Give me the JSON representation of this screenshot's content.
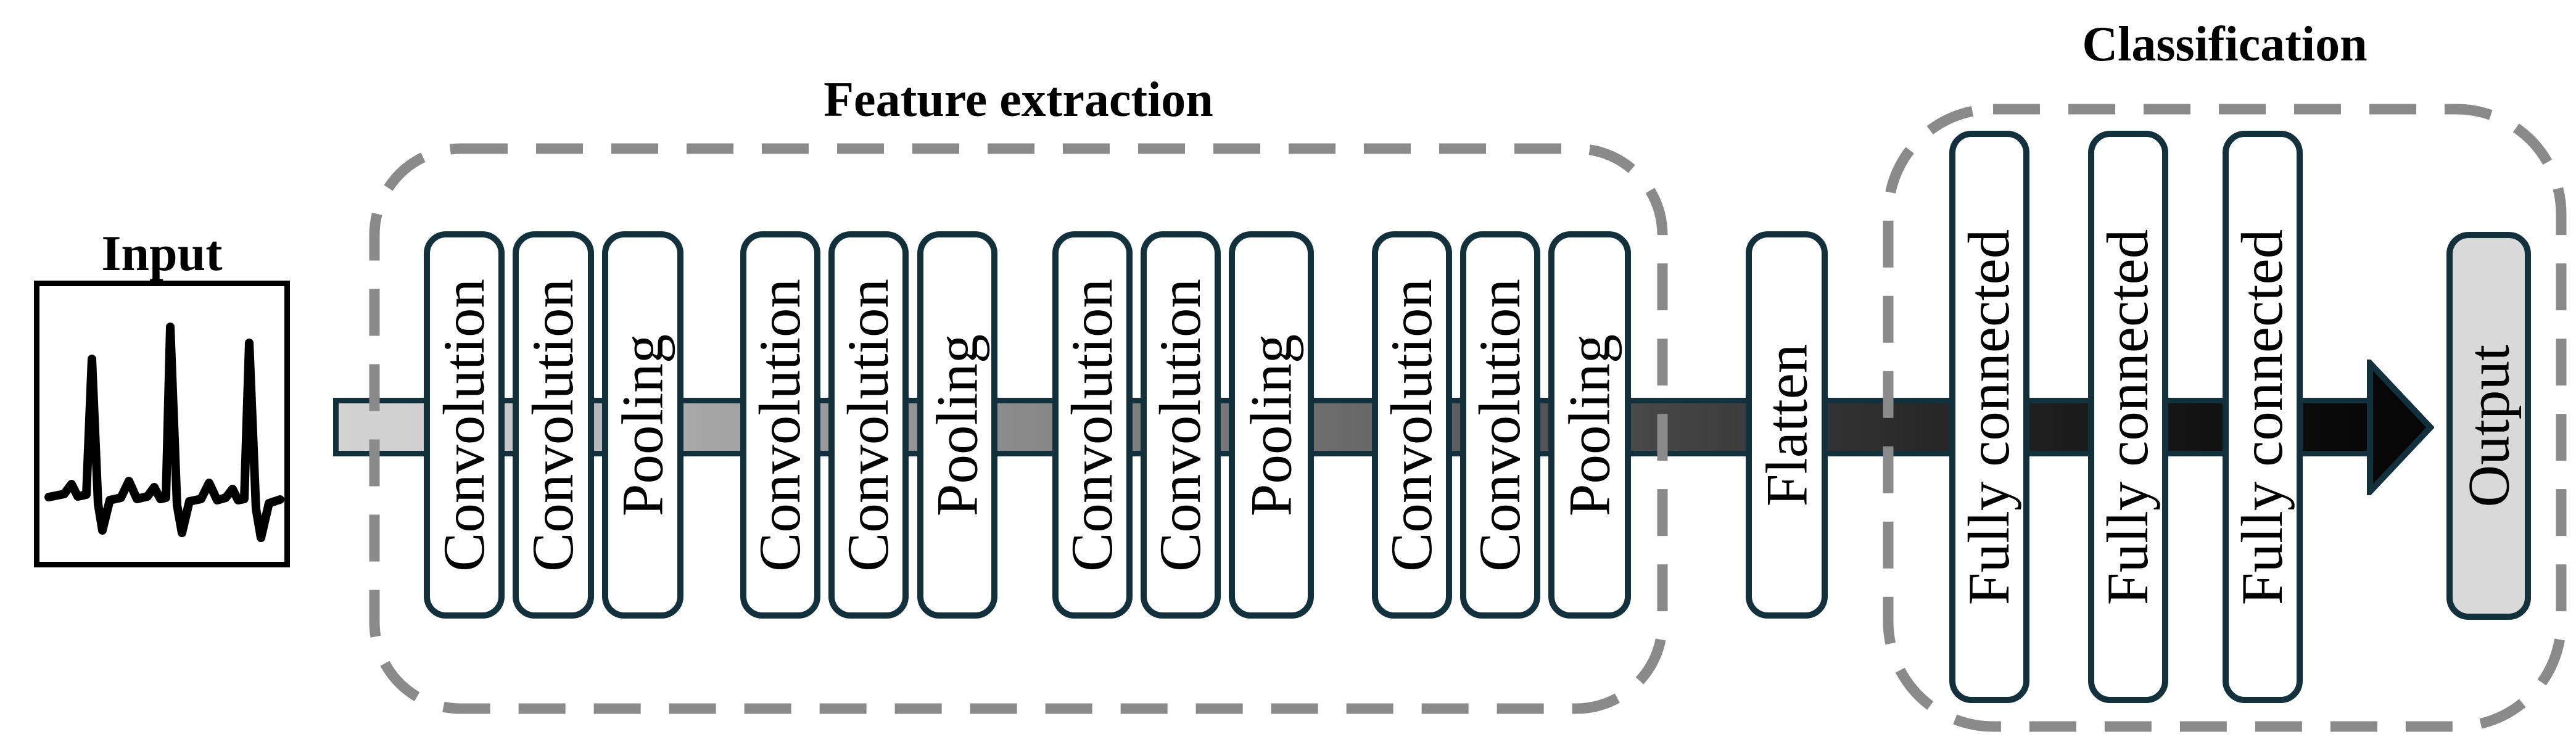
{
  "diagram": {
    "kind": "cnn-architecture",
    "input": {
      "title": "Input",
      "signal": "ecg-waveform"
    },
    "feature_extraction": {
      "title": "Feature extraction",
      "blocks": [
        {
          "label": "Convolution"
        },
        {
          "label": "Convolution"
        },
        {
          "label": "Pooling"
        },
        {
          "label": "Convolution"
        },
        {
          "label": "Convolution"
        },
        {
          "label": "Pooling"
        },
        {
          "label": "Convolution"
        },
        {
          "label": "Convolution"
        },
        {
          "label": "Pooling"
        },
        {
          "label": "Convolution"
        },
        {
          "label": "Convolution"
        },
        {
          "label": "Pooling"
        }
      ]
    },
    "flatten": {
      "label": "Flatten"
    },
    "classification": {
      "title": "Classification",
      "blocks": [
        {
          "label": "Fully connected"
        },
        {
          "label": "Fully connected"
        },
        {
          "label": "Fully connected"
        }
      ]
    },
    "output": {
      "label": "Output"
    },
    "colors": {
      "block_border": "#13303d",
      "block_fill": "#ffffff",
      "output_fill": "#d9d9d9",
      "group_border": "#8a8a8a",
      "arrow_start": "#d3d3d3",
      "arrow_end": "#070707",
      "text": "#000000"
    }
  }
}
